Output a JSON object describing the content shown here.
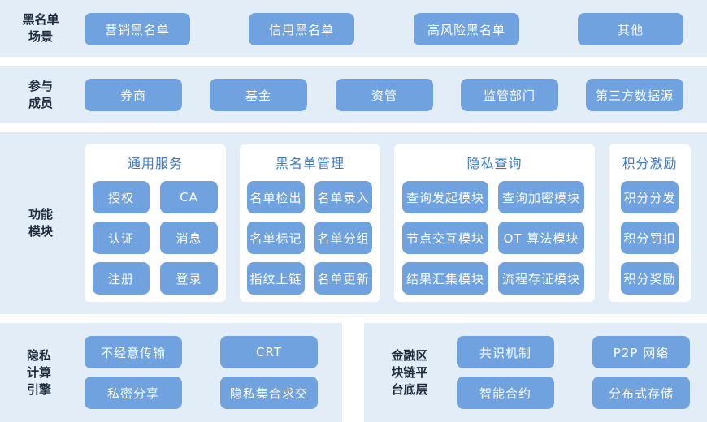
{
  "rows": {
    "scenes": {
      "label": "黑名单\n场景",
      "items": [
        "营销黑名单",
        "信用黑名单",
        "高风险黑名单",
        "其他"
      ]
    },
    "members": {
      "label": "参与\n成员",
      "items": [
        "券商",
        "基金",
        "资管",
        "监管部门",
        "第三方数据源"
      ]
    },
    "modules": {
      "label": "功能\n模块",
      "groups": [
        {
          "title": "通用服务",
          "items": [
            "授权",
            "CA",
            "认证",
            "消息",
            "注册",
            "登录"
          ]
        },
        {
          "title": "黑名单管理",
          "items": [
            "名单检出",
            "名单录入",
            "名单标记",
            "名单分组",
            "指纹上链",
            "名单更新"
          ]
        },
        {
          "title": "隐私查询",
          "items": [
            "查询发起模块",
            "查询加密模块",
            "节点交互模块",
            "OT 算法模块",
            "结果汇集模块",
            "流程存证模块"
          ]
        },
        {
          "title": "积分激励",
          "items": [
            "积分分发",
            "积分罚扣",
            "积分奖励"
          ]
        }
      ]
    },
    "privacy_engine": {
      "label": "隐私\n计算\n引擎",
      "items": [
        "不经意传输",
        "CRT",
        "私密分享",
        "隐私集合求交"
      ]
    },
    "chain_base": {
      "label": "金融区\n块链平\n台底层",
      "items": [
        "共识机制",
        "P2P 网络",
        "智能合约",
        "分布式存储"
      ]
    }
  }
}
